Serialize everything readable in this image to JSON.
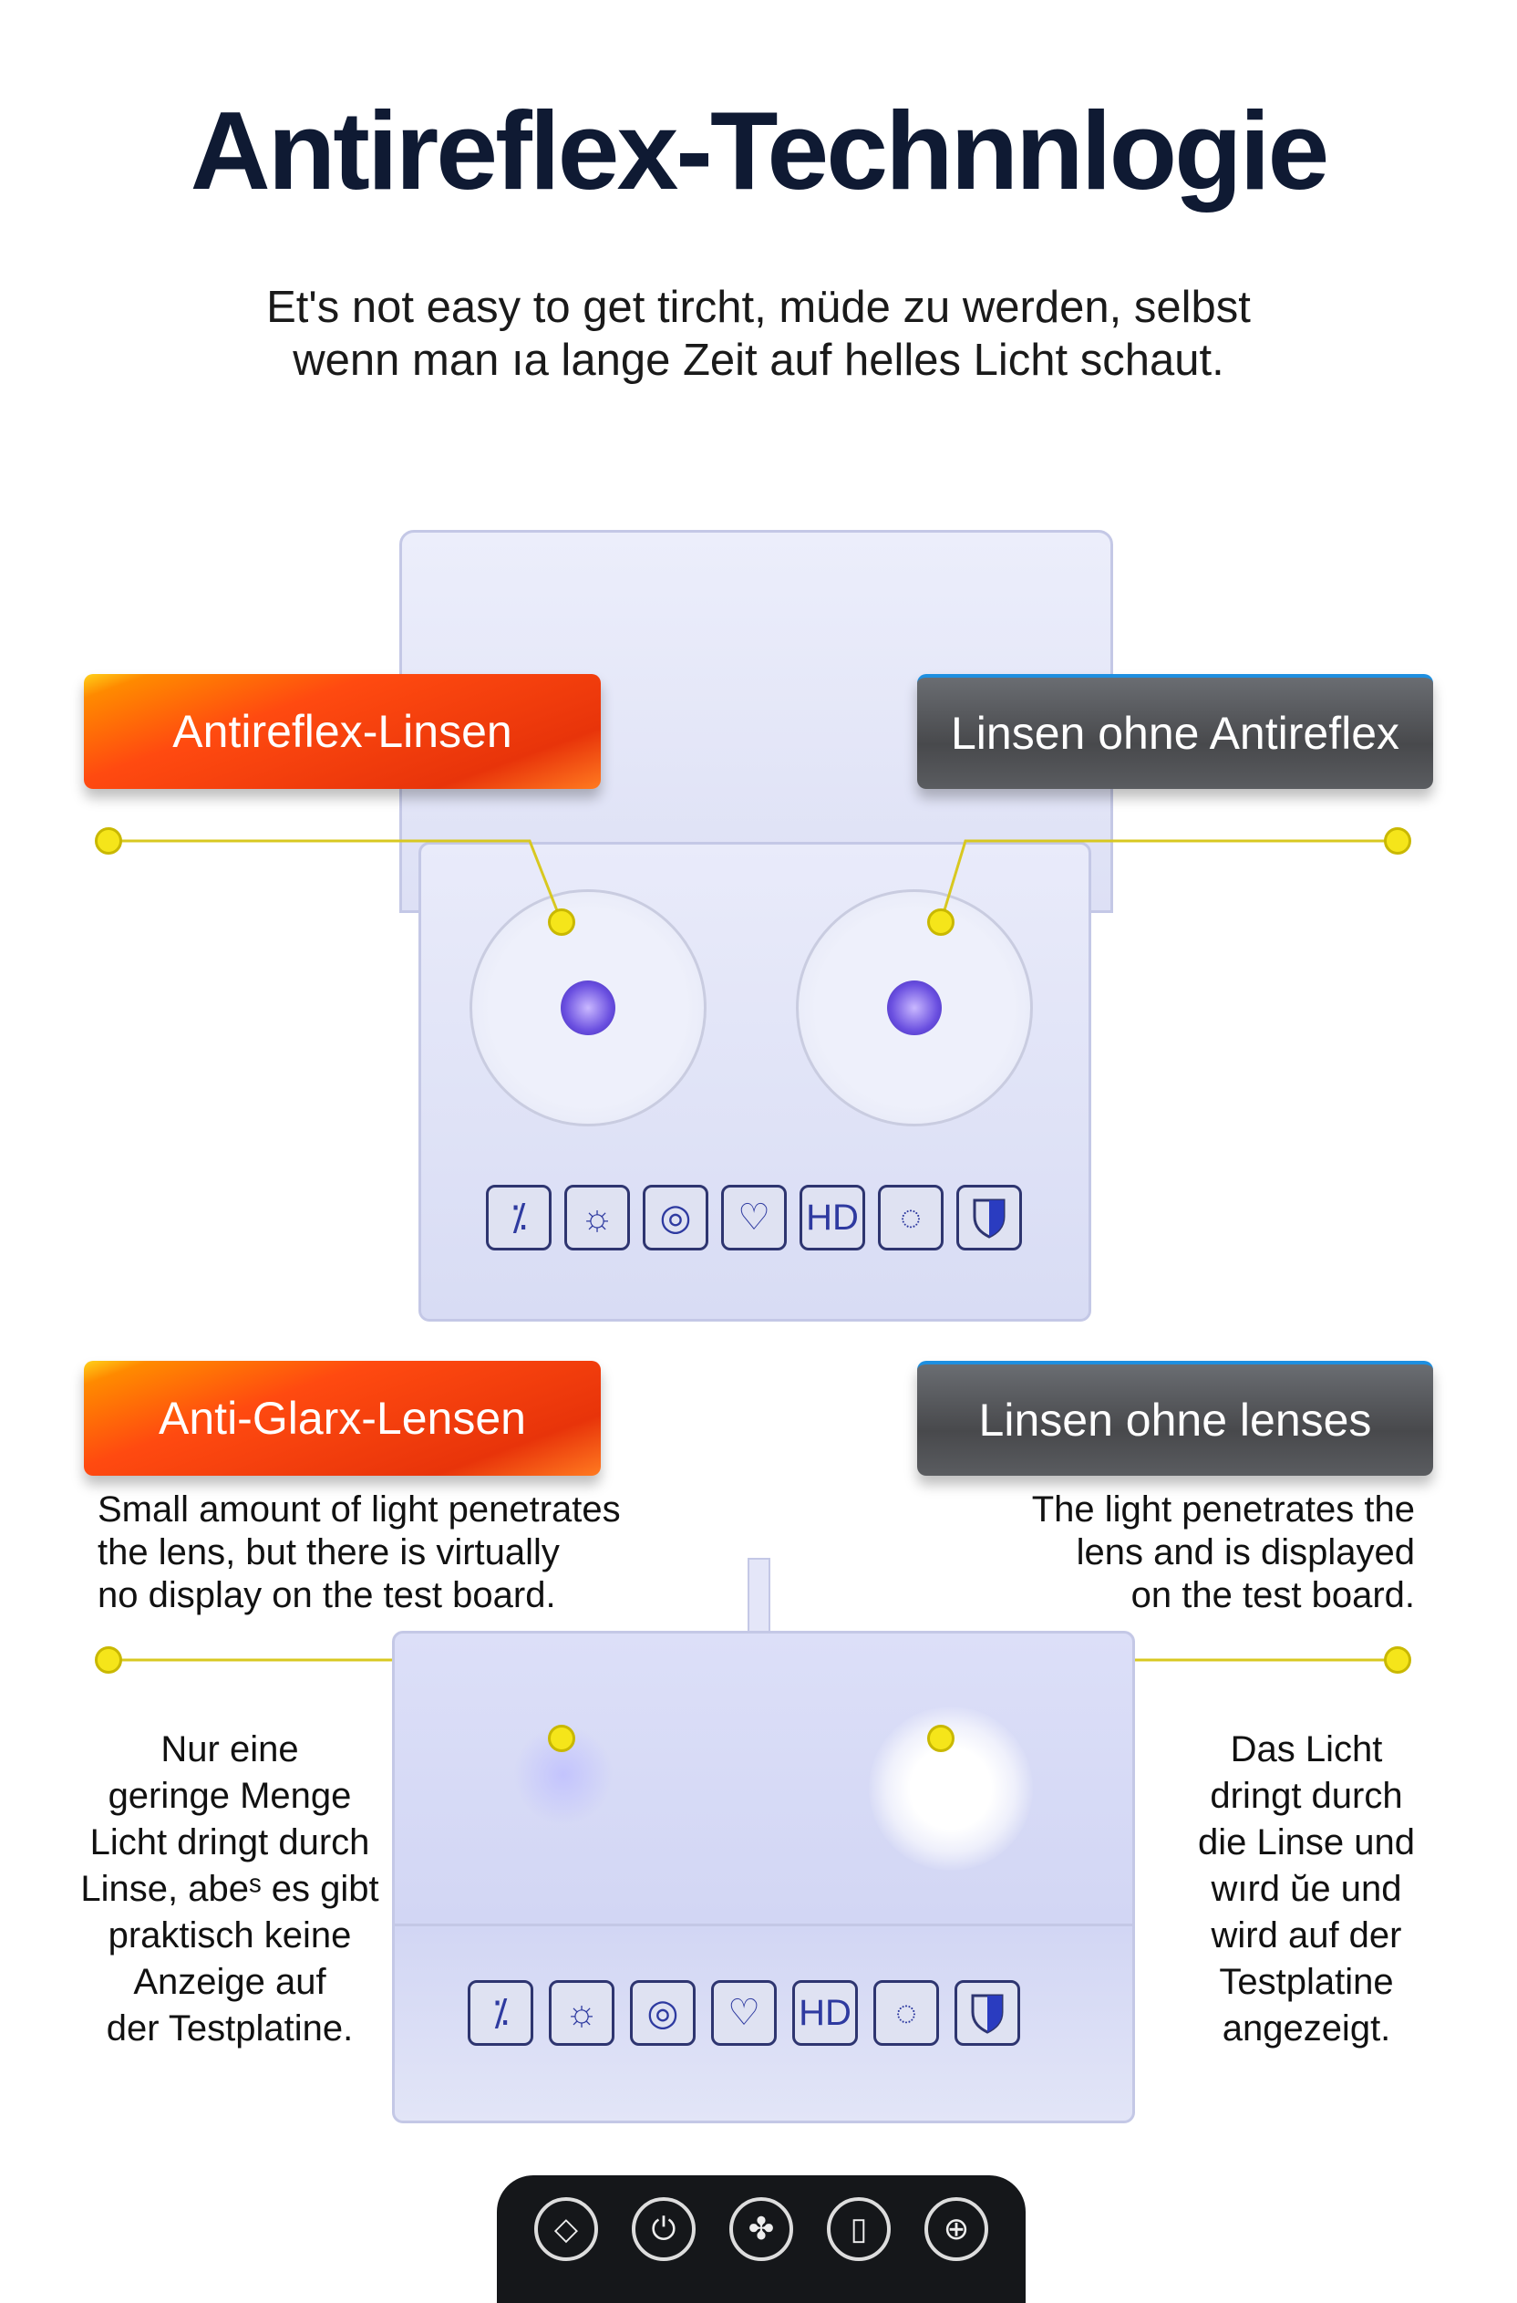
{
  "title": "Antireflex-Technnlogie",
  "subtitle": {
    "line1": "Et's not easy to get tircht, müde zu werden, selbst",
    "line2": "wenn man ıa lange Zeit auf helles Licht schaut."
  },
  "top_section": {
    "left_badge": "Antireflex-Linsen",
    "right_badge": "Linsen ohne Antireflex",
    "icons": [
      "lens-icon",
      "sun-moon-icon",
      "eye-icon",
      "hand-icon",
      "HD",
      "drop-icon",
      "shield-icon"
    ]
  },
  "bottom_section": {
    "left_badge": "Anti-Glarx-Lensen",
    "right_badge": "Linsen ohne lenses",
    "left_desc": [
      "Small amount of light penetrates",
      "the lens, but there is virtually",
      "no display on the test board."
    ],
    "right_desc": [
      "The light penetrates the",
      "lens and is displayed",
      "on the test board."
    ],
    "left_side": [
      "Nur eine",
      "geringe Menge",
      "Licht dringt durch",
      "Linse, abeˢ es gibt",
      "praktisch keine",
      "Anzeige auf",
      "der Testplatine."
    ],
    "right_side": [
      "Das Licht",
      "dringt durch",
      "die Linse und",
      "wırd ŭe und",
      "wird auf der",
      "Testplatine",
      "angezeigt."
    ],
    "hd_label": "HD"
  },
  "controls": [
    "mode-icon",
    "power-icon",
    "fan-icon",
    "battery-icon",
    "globe-icon"
  ],
  "colors": {
    "accent_yellow": "#f5e51a",
    "orange": "#ff4a10",
    "gray": "#4a4b4e",
    "title": "#0f1a33"
  }
}
